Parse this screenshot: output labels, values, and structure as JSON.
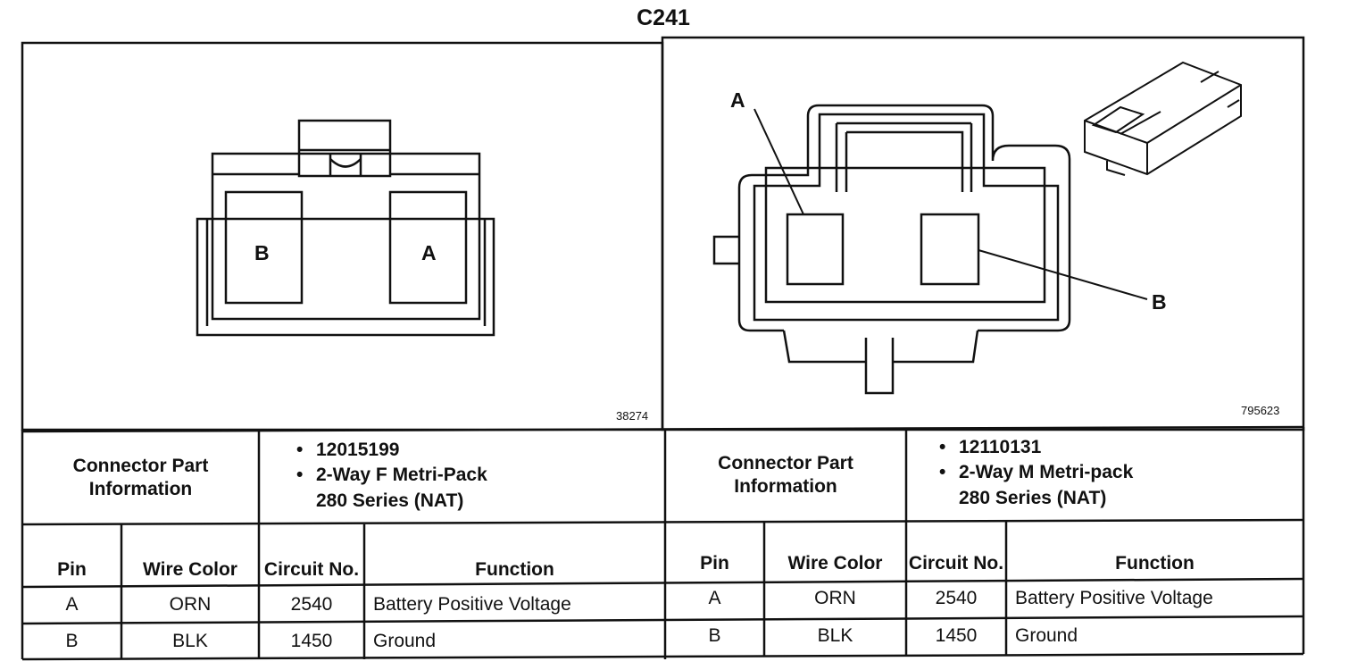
{
  "title": "C241",
  "left_view": {
    "figure_number": "38274",
    "cavity_labels": {
      "b": "B",
      "a": "A"
    }
  },
  "right_view": {
    "figure_number": "795623",
    "callout_a": "A",
    "callout_b": "B"
  },
  "left_table": {
    "info_label": "Connector Part Information",
    "part_number": "12015199",
    "description_line1": "2-Way F Metri-Pack",
    "description_line2": "280 Series (NAT)",
    "headers": {
      "pin": "Pin",
      "wire_color": "Wire Color",
      "circuit": "Circuit No.",
      "function": "Function"
    },
    "rows": [
      {
        "pin": "A",
        "wire_color": "ORN",
        "circuit": "2540",
        "function": "Battery Positive Voltage"
      },
      {
        "pin": "B",
        "wire_color": "BLK",
        "circuit": "1450",
        "function": "Ground"
      }
    ]
  },
  "right_table": {
    "info_label": "Connector Part Information",
    "part_number": "12110131",
    "description_line1": "2-Way M Metri-pack",
    "description_line2": "280 Series (NAT)",
    "headers": {
      "pin": "Pin",
      "wire_color": "Wire Color",
      "circuit": "Circuit No.",
      "function": "Function"
    },
    "rows": [
      {
        "pin": "A",
        "wire_color": "ORN",
        "circuit": "2540",
        "function": "Battery Positive Voltage"
      },
      {
        "pin": "B",
        "wire_color": "BLK",
        "circuit": "1450",
        "function": "Ground"
      }
    ]
  }
}
